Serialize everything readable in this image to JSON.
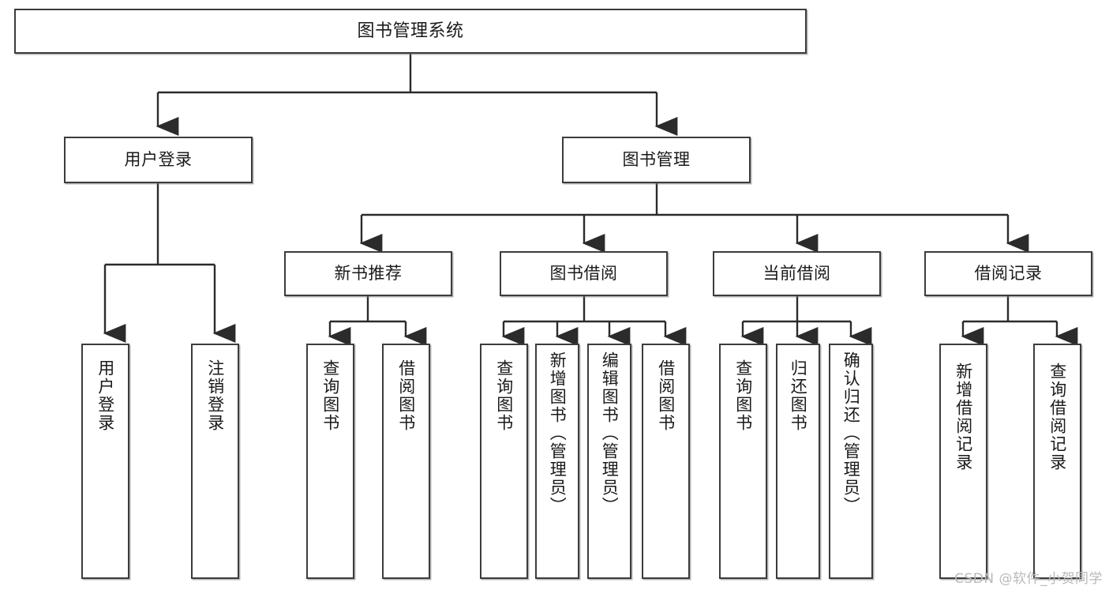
{
  "diagram": {
    "title": "图书管理系统",
    "watermark": "CSDN @软件_小贺同学",
    "colors": {
      "border": "#3c3c3c",
      "fill": "#ffffff",
      "line": "#2b2b2b",
      "watermark": "#b9b9b9"
    },
    "nodes": {
      "root": {
        "label": "图书管理系统"
      },
      "level1": [
        {
          "label": "用户登录"
        },
        {
          "label": "图书管理"
        }
      ],
      "level2": [
        {
          "label": "新书推荐"
        },
        {
          "label": "图书借阅"
        },
        {
          "label": "当前借阅"
        },
        {
          "label": "借阅记录"
        }
      ],
      "leaves_user_login": [
        {
          "label": "用户登录"
        },
        {
          "label": "注销登录"
        }
      ],
      "leaves_new_book": [
        {
          "label": "查询图书"
        },
        {
          "label": "借阅图书"
        }
      ],
      "leaves_borrow": [
        {
          "label": "查询图书"
        },
        {
          "label": "新增图书（管理员）"
        },
        {
          "label": "编辑图书（管理员）"
        },
        {
          "label": "借阅图书"
        }
      ],
      "leaves_current": [
        {
          "label": "查询图书"
        },
        {
          "label": "归还图书"
        },
        {
          "label": "确认归还（管理员）"
        }
      ],
      "leaves_records": [
        {
          "label": "新增借阅记录"
        },
        {
          "label": "查询借阅记录"
        }
      ]
    }
  }
}
